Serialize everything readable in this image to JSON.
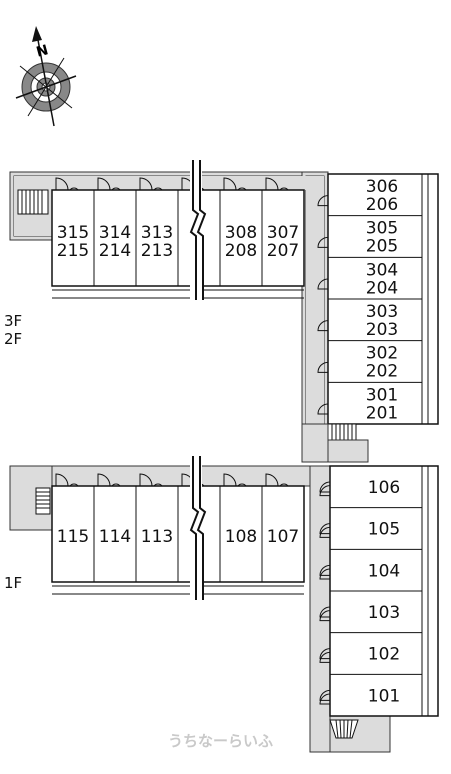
{
  "compass": {
    "label": "N",
    "icon": "compass-rose-icon"
  },
  "floors": {
    "upper": {
      "label_top": "3F",
      "label_bottom": "2F",
      "horizontal_units": [
        {
          "top": "315",
          "bottom": "215"
        },
        {
          "top": "314",
          "bottom": "214"
        },
        {
          "top": "313",
          "bottom": "213"
        },
        {
          "top": "",
          "bottom": ""
        },
        {
          "top": "308",
          "bottom": "208"
        },
        {
          "top": "307",
          "bottom": "207"
        }
      ],
      "vertical_units": [
        {
          "top": "306",
          "bottom": "206"
        },
        {
          "top": "305",
          "bottom": "205"
        },
        {
          "top": "304",
          "bottom": "204"
        },
        {
          "top": "303",
          "bottom": "203"
        },
        {
          "top": "302",
          "bottom": "202"
        },
        {
          "top": "301",
          "bottom": "201"
        }
      ]
    },
    "ground": {
      "label": "1F",
      "horizontal_units": [
        "115",
        "114",
        "113",
        "",
        "108",
        "107"
      ],
      "vertical_units": [
        "106",
        "105",
        "104",
        "103",
        "102",
        "101"
      ]
    }
  },
  "watermark": "うちなーらいふ",
  "colors": {
    "corridor": "#dcdcdc",
    "line": "#111111",
    "watermark": "#c9c9c9"
  }
}
